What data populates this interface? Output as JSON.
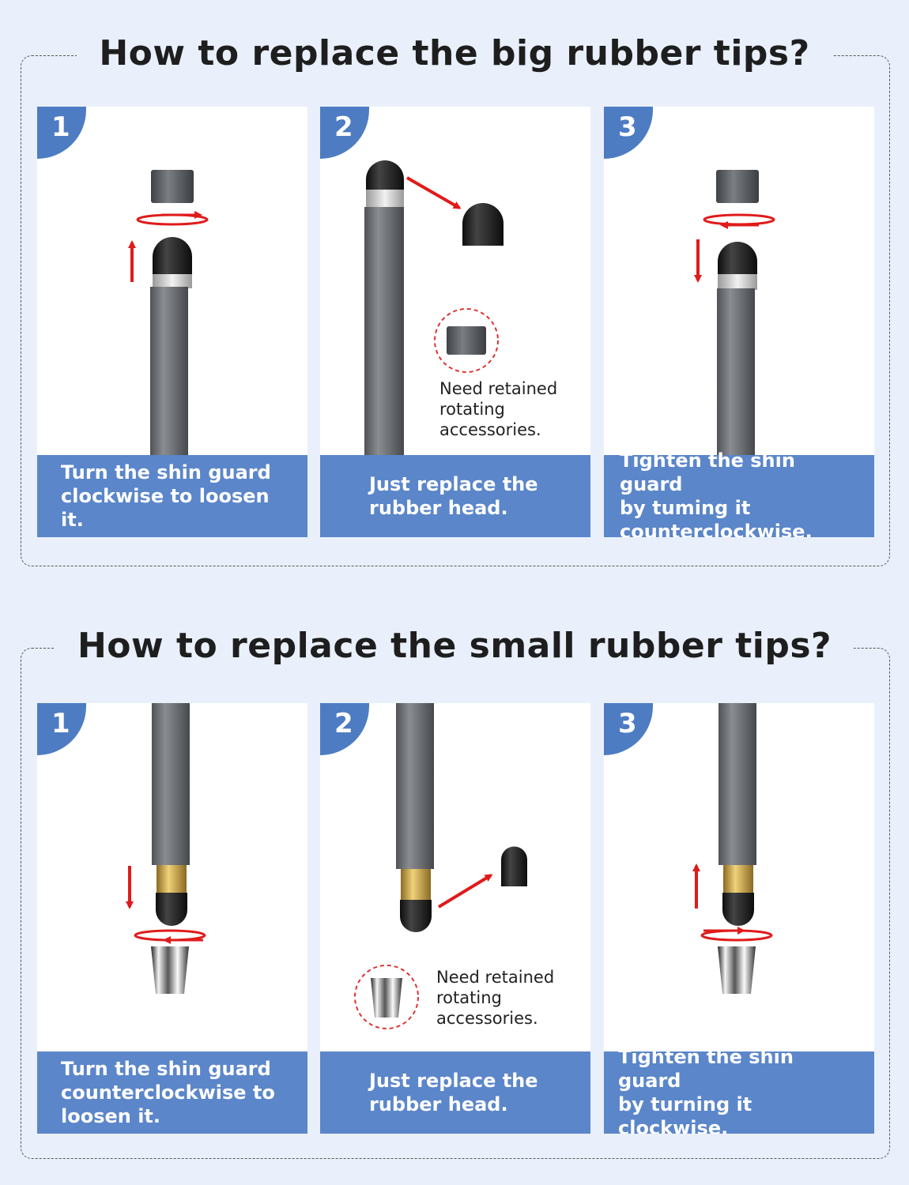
{
  "big_section": {
    "title": "How to replace the big rubber tips?",
    "steps": [
      {
        "number": "1",
        "caption": "Turn the shin guard\nclockwise to loosen it."
      },
      {
        "number": "2",
        "caption": "Just replace the\nrubber head.",
        "note": "Need retained\nrotating\naccessories."
      },
      {
        "number": "3",
        "caption": "Tighten the shin guard\nby tuming it\ncounterclockwise."
      }
    ]
  },
  "small_section": {
    "title": "How to replace the small rubber tips?",
    "steps": [
      {
        "number": "1",
        "caption": "Turn the shin guard\ncounterclockwise to\nloosen it."
      },
      {
        "number": "2",
        "caption": "Just replace the\nrubber head.",
        "note": "Need retained\nrotating\naccessories."
      },
      {
        "number": "3",
        "caption": "Tighten the shin guard\nby turning it clockwise."
      }
    ]
  },
  "colors": {
    "background": "#e9f0fb",
    "badge": "#4d7cc2",
    "caption_bg": "#5b86c9",
    "arrow": "#e01b1b",
    "pen_body": "#6b6e72",
    "rubber_tip": "#1c1c1c",
    "brass": "#c9a24a"
  }
}
